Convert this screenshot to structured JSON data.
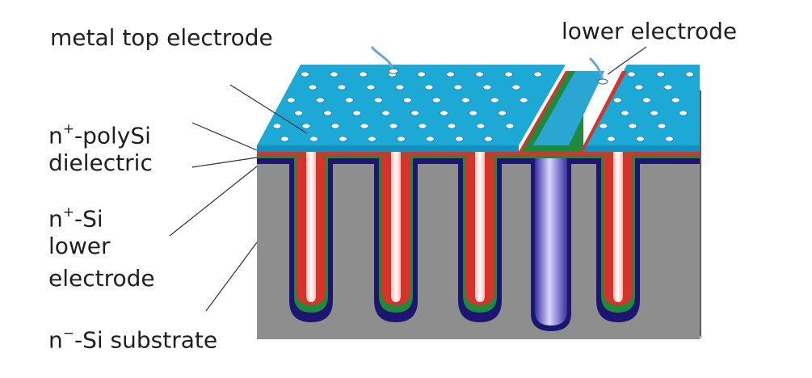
{
  "labels": {
    "metal_top": "metal top electrode",
    "lower_top": "lower electrode",
    "polysi_base": "n",
    "polysi_sup": "+",
    "polysi_rest": "-polySi",
    "dielectric": "dielectric",
    "nsi_base": "n",
    "nsi_sup": "+",
    "nsi_rest": "-Si",
    "lower_l1": "lower",
    "lower_l2": "electrode",
    "substrate_base": "n",
    "substrate_sup": "−",
    "substrate_rest": "-Si substrate"
  },
  "colors": {
    "metal": "#1da9d6",
    "polysi": "#d8332b",
    "dielectric": "#1f8a3c",
    "n_plus_si": "#1c1670",
    "substrate": "#8d8d8d",
    "lower_pillar": "#5a52c8"
  }
}
